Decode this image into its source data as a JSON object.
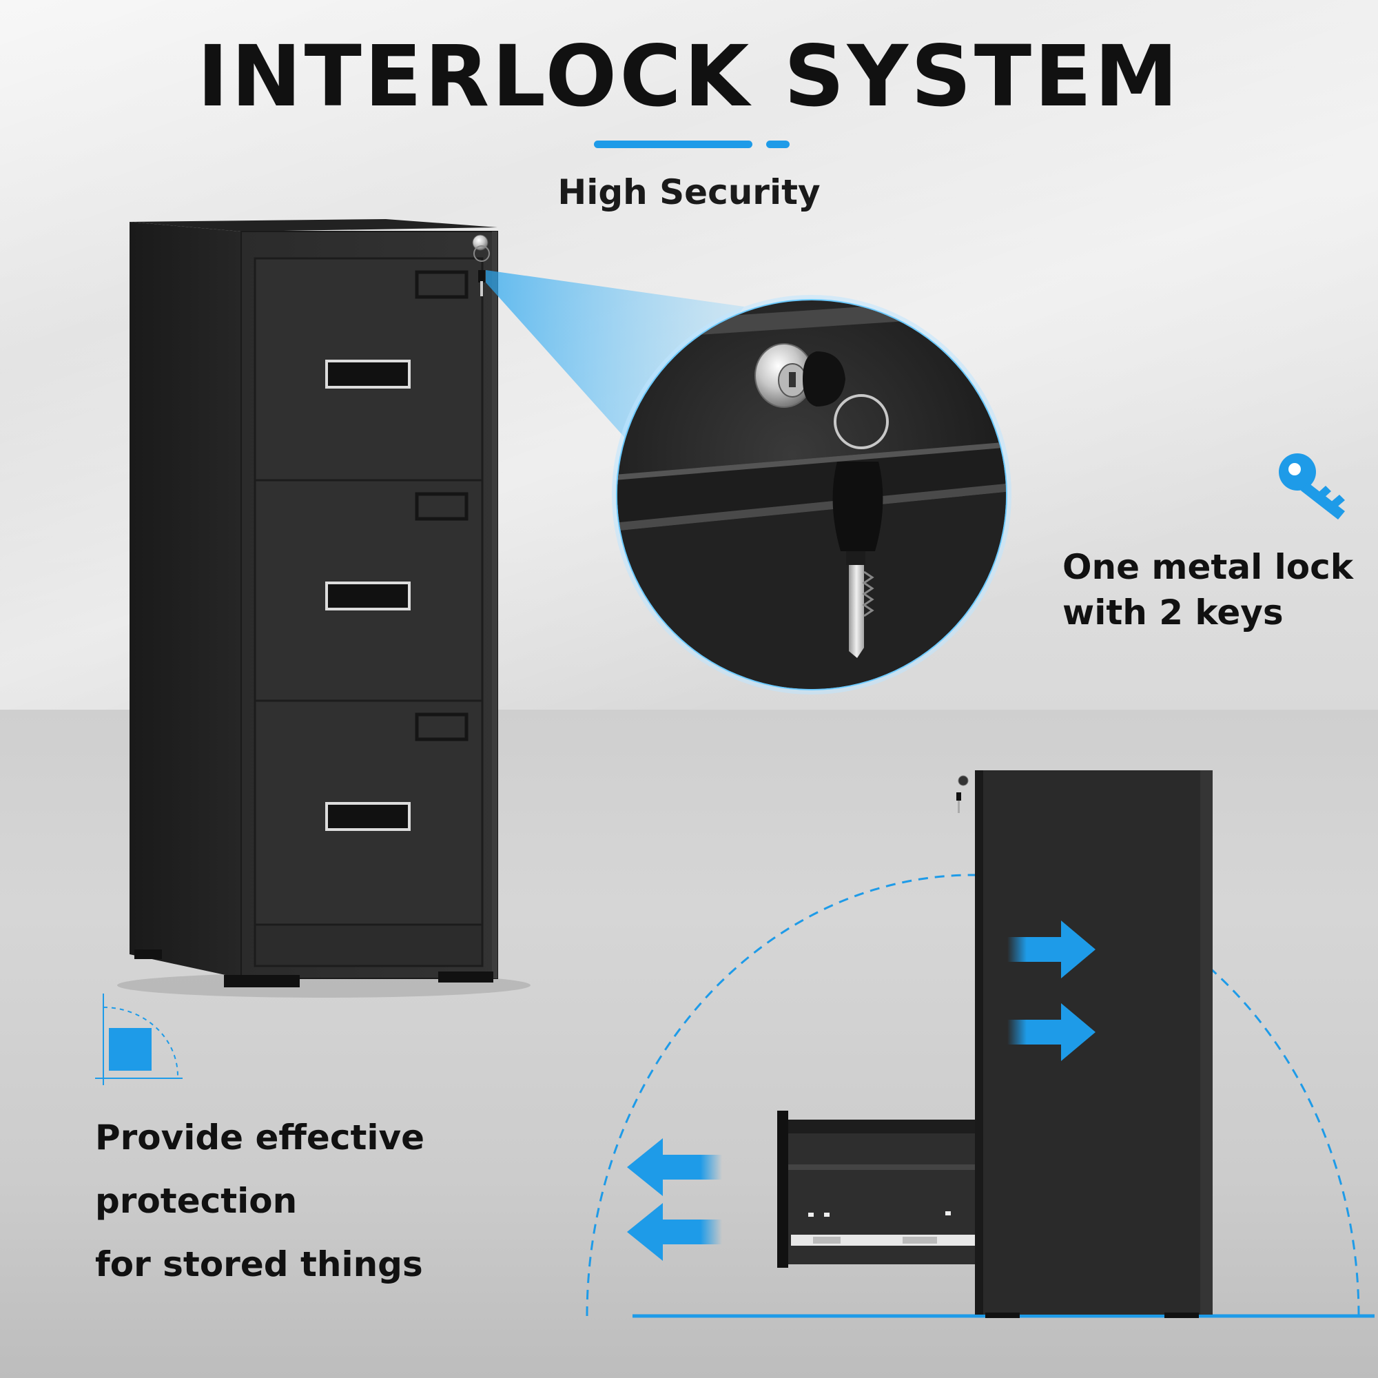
{
  "header": {
    "title": "INTERLOCK SYSTEM",
    "subtitle": "High Security"
  },
  "features": {
    "lock": {
      "icon": "key-icon",
      "lines": [
        "One metal lock",
        "with 2 keys"
      ]
    },
    "protection": {
      "icon": "protection-square-icon",
      "lines": [
        "Provide effective",
        "protection",
        "for stored things"
      ]
    }
  },
  "illustration": {
    "cabinet_drawers": 3,
    "zoom": "lock-closeup",
    "interlock_arrows": [
      "push-right",
      "push-right",
      "pull-left",
      "pull-left"
    ]
  },
  "colors": {
    "accent": "#1e9be8",
    "cabinet": "#2a2a2a",
    "text": "#111111"
  }
}
